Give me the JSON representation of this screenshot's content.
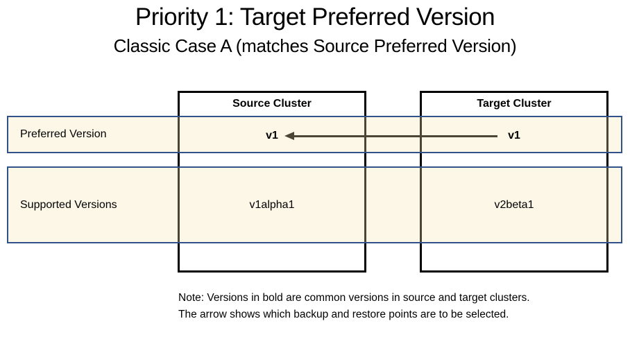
{
  "title": "Priority 1: Target Preferred Version",
  "subtitle": "Classic Case A (matches Source Preferred Version)",
  "clusters": [
    {
      "name": "Source Cluster",
      "preferred_version": "v1",
      "supported_versions": "v1alpha1"
    },
    {
      "name": "Target Cluster",
      "preferred_version": "v1",
      "supported_versions": "v2beta1"
    }
  ],
  "rows": [
    {
      "label": "Preferred Version"
    },
    {
      "label": "Supported Versions"
    }
  ],
  "arrow": {
    "from": "Target Cluster v1",
    "to": "Source Cluster v1",
    "direction": "right-to-left"
  },
  "note": {
    "line1": "Note: Versions in bold are common versions in source and target clusters.",
    "line2": "The arrow shows which backup and restore points are to be selected."
  },
  "colors": {
    "text_color": "#000000",
    "box_border": "#000000",
    "arrow_color": "#000000",
    "band_border": "#31518A",
    "band_fill": "rgba(248,228,175,0.3)"
  }
}
